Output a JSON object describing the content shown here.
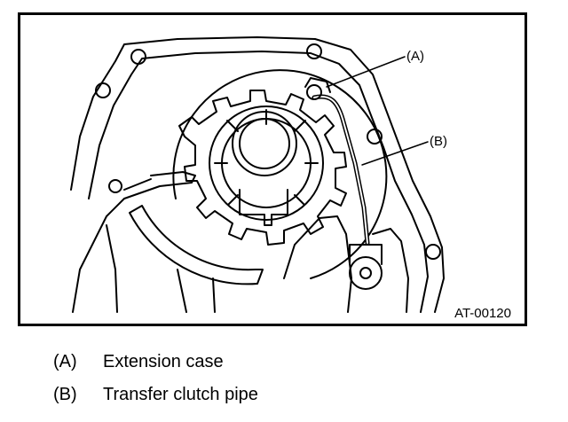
{
  "figure": {
    "code": "AT-00120",
    "callouts": {
      "a": "(A)",
      "b": "(B)"
    }
  },
  "legend": [
    {
      "key": "(A)",
      "label": "Extension case"
    },
    {
      "key": "(B)",
      "label": "Transfer clutch pipe"
    }
  ]
}
